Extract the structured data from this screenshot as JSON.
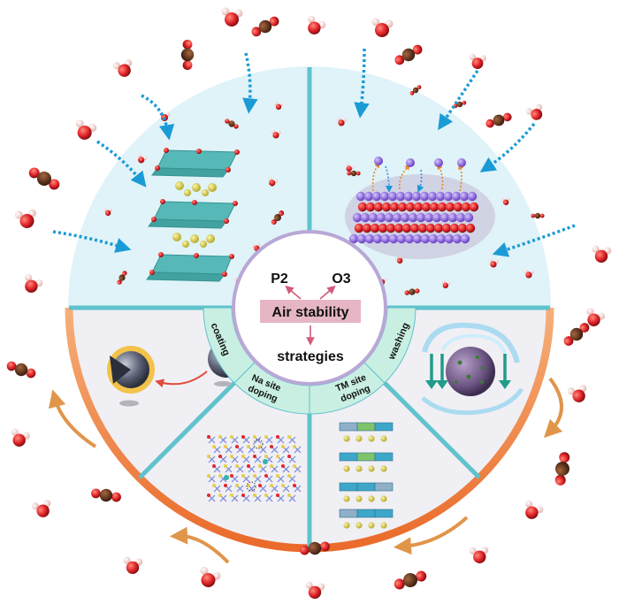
{
  "center": {
    "left_phase": "P2",
    "right_phase": "O3",
    "highlight": "Air stability",
    "bottom": "strategies"
  },
  "strategies": [
    {
      "id": "coating",
      "label": "coating"
    },
    {
      "id": "na-site-doping",
      "label_line1": "Na site",
      "label_line2": "doping"
    },
    {
      "id": "tm-site-doping",
      "label_line1": "TM site",
      "label_line2": "doping"
    },
    {
      "id": "washing",
      "label": "washing"
    }
  ],
  "colors": {
    "upper_bg": "#dff3f8",
    "lower_bg": "#f0eff4",
    "divider": "#5fc2cc",
    "ring_orange": "#f08a3a",
    "center_fill": "#ffffff",
    "center_stroke": "#b9a7d6",
    "highlight_fill": "#e6b6c4",
    "label_band": "#c9efe3",
    "arrow_pink": "#d35a7a",
    "arrow_blue": "#1a9bd6",
    "arrow_orange": "#e0954a",
    "oxygen_red": "#e3262b",
    "hydrogen_pink": "#f3d4d2",
    "carbon_brown": "#6b3a22"
  },
  "icons": [
    "water-molecule-icon",
    "co2-molecule-icon",
    "dashed-arrow-icon",
    "curved-arrow-icon"
  ]
}
